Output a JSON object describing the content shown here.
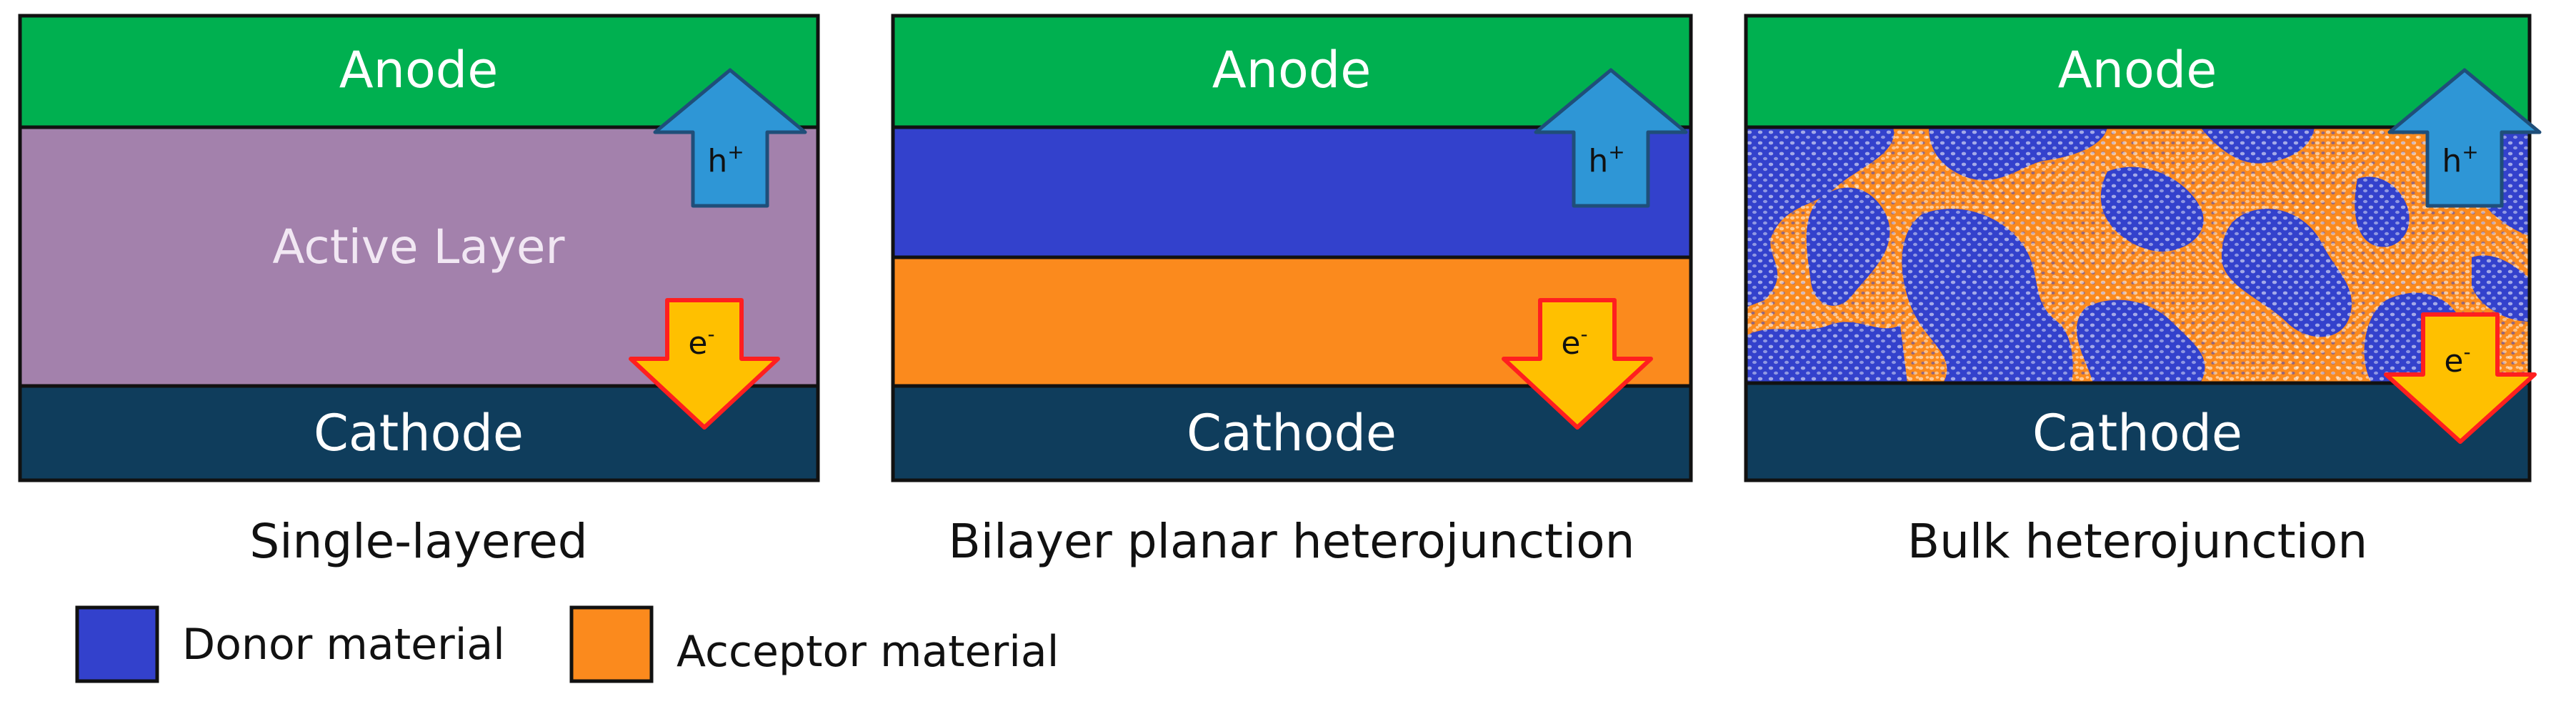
{
  "panels": [
    {
      "layers": {
        "anode": "Anode",
        "active": "Active Layer",
        "cathode": "Cathode"
      },
      "hole": {
        "label": "h",
        "sup": "+"
      },
      "electron": {
        "label": "e",
        "sup": "-"
      },
      "caption": "Single-layered"
    },
    {
      "layers": {
        "anode": "Anode",
        "cathode": "Cathode"
      },
      "hole": {
        "label": "h",
        "sup": "+"
      },
      "electron": {
        "label": "e",
        "sup": "-"
      },
      "caption": "Bilayer planar heterojunction"
    },
    {
      "layers": {
        "anode": "Anode",
        "cathode": "Cathode"
      },
      "hole": {
        "label": "h",
        "sup": "+"
      },
      "electron": {
        "label": "e",
        "sup": "-"
      },
      "caption": "Bulk heterojunction"
    }
  ],
  "legend": {
    "donor": "Donor material",
    "acceptor": "Acceptor material"
  },
  "colors": {
    "anode": "#00b050",
    "cathode": "#0f3d5c",
    "active": "#a381ac",
    "donor": "#3341cc",
    "acceptor": "#fb8a1d",
    "hole_arrow": "#2e96d6",
    "electron_arrow": "#ffc000",
    "electron_outline": "#ff1f1f"
  }
}
